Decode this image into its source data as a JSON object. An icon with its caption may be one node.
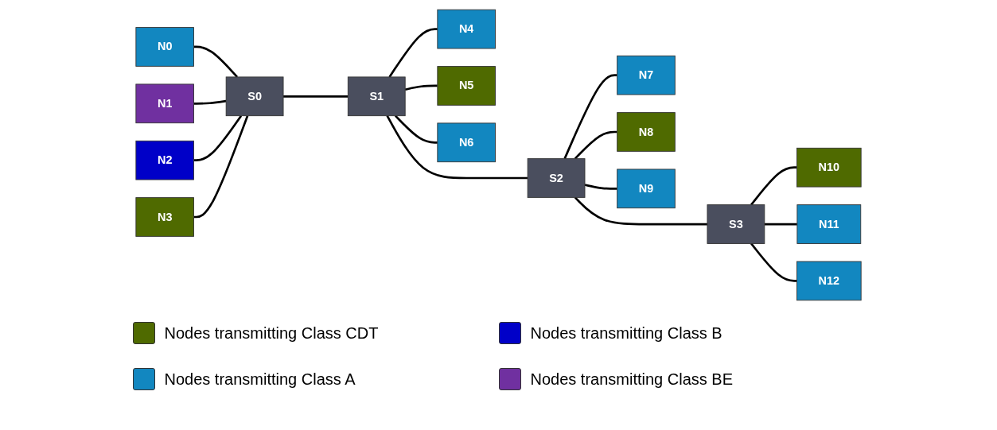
{
  "diagram": {
    "nodes": [
      {
        "text": [
          "S0"
        ]
      },
      {
        "text": [
          "S1"
        ]
      },
      {
        "text": [
          "S2"
        ]
      },
      {
        "text": [
          "S3"
        ]
      },
      {
        "text": [
          "N0"
        ]
      },
      {
        "text": [
          "N1"
        ]
      },
      {
        "text": [
          "N2"
        ]
      },
      {
        "text": [
          "N3"
        ]
      },
      {
        "text": [
          "N4"
        ]
      },
      {
        "text": [
          "N5"
        ]
      },
      {
        "text": [
          "N6"
        ]
      },
      {
        "text": [
          "N7"
        ]
      },
      {
        "text": [
          "N8"
        ]
      },
      {
        "text": [
          "N9"
        ]
      },
      {
        "text": [
          "N10"
        ]
      },
      {
        "text": [
          "N11"
        ]
      },
      {
        "text": [
          "N12"
        ]
      }
    ],
    "edges": [
      {
        "from": 4,
        "to": 0,
        "arrow": "none"
      },
      {
        "from": 5,
        "to": 0,
        "arrow": "none"
      },
      {
        "from": 6,
        "to": 0,
        "arrow": "none"
      },
      {
        "from": 7,
        "to": 0,
        "arrow": "none"
      },
      {
        "from": 0,
        "to": 1,
        "arrow": "none"
      },
      {
        "from": 1,
        "to": 8,
        "arrow": "none"
      },
      {
        "from": 1,
        "to": 9,
        "arrow": "none"
      },
      {
        "from": 1,
        "to": 10,
        "arrow": "none"
      },
      {
        "from": 1,
        "to": 2,
        "arrow": "none"
      },
      {
        "from": 2,
        "to": 11,
        "arrow": "none"
      },
      {
        "from": 2,
        "to": 12,
        "arrow": "none"
      },
      {
        "from": 2,
        "to": 13,
        "arrow": "none"
      },
      {
        "from": 2,
        "to": 3,
        "arrow": "none"
      },
      {
        "from": 3,
        "to": 14,
        "arrow": "none"
      },
      {
        "from": 3,
        "to": 15,
        "arrow": "none"
      },
      {
        "from": 3,
        "to": 16,
        "arrow": "none"
      }
    ],
    "legend": [
      {
        "text": "Nodes transmitting Class CDT",
        "color": "#4f6a00"
      },
      {
        "text": "Nodes transmitting Class B",
        "color": "#0000c8"
      },
      {
        "text": "Nodes transmitting Class A",
        "color": "#1287c0"
      },
      {
        "text": "Nodes transmitting Class BE",
        "color": "#7030a0"
      }
    ]
  }
}
